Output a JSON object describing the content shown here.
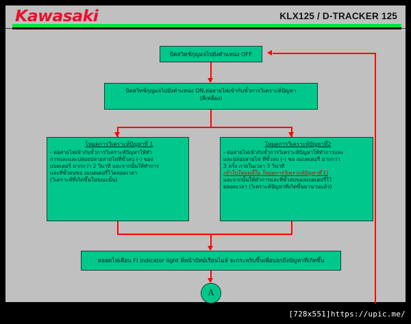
{
  "header": {
    "brand": "Kawasaki",
    "model": "KLX125 / D-TRACKER 125"
  },
  "flow": {
    "box_off": {
      "text": "บิดสวิทช์กุญแจไปยังตำแหน่ง OFF"
    },
    "box_on": {
      "line1": "บิดสวิทช์กุญแจไปยังตำแหน่ง ON,ต่อสายไฟเข้ากับขั้วการวิเคราะห์ปัญหา",
      "line2": "(สีเหลือง)"
    },
    "mode1": {
      "title": "โหมดการวิเคราะห์ปัญหาที่ 1",
      "line1": "- ต่อสายไฟเข้ากับขั้วการวิเคราะห์ปัญหาให้ทำ",
      "line2": "การและและปล่อยปลายสายไฟที่ขั้วลบ (-) ของ",
      "line3": "แบตเตอรี่ มากกว่า 2 วินาที และจากนั้นให้ทำการ",
      "line4": "และที่ขั้วลบขอ งแบตเตอรี่ไว้ตลอดเวลา",
      "line5": "(วิเคราะห์ที่เกิดขึ้นในขณะนั้น)"
    },
    "mode2": {
      "title": "โหมดการวิเคราะห์ปัญหาที่2",
      "line1": "- ต่อสายไฟเข้ากับขั้วการวิเคราะห์ปัญหาให้ทำการและ",
      "line2": "และปล่อยสายไฟ ที่ขั้วลบ (-) ขอ งแบตเตอรี่ มากกว่า",
      "line3": "3 ครั้ง ภายในเวลา 3 วินาที",
      "line4_red": "เข้าไปโหมดนี้ใน โหมดการวิเคราะห์ปัญหาที่ 1)",
      "line5": "และจากนั้นให้ทำการและที่ขั้วลบของแบตเตอรี่ไว้",
      "line6": "ตลอดเวลา (วิเคราะห์ปัญหาที่เกิดขึ้นมานานแล้ว)"
    },
    "fi_lamp": {
      "text": "หลอดไฟเตือน FI indicator light ที่หน้าปัทม์เรือนไมล์ จะกระพริบขึ้นเพื่อบอกถึงปัญหาที่เกิดขึ้น"
    },
    "connector_a": {
      "label": "A"
    }
  },
  "watermark": {
    "text": "[728x551]https://upic.me/"
  },
  "colors": {
    "brand_red": "#e8112d",
    "accent_green": "#00e63c",
    "box_fill": "#00c88c",
    "arrow_red": "#ff0000",
    "page_bg": "#c0c0c0",
    "note_red": "#d00000"
  }
}
